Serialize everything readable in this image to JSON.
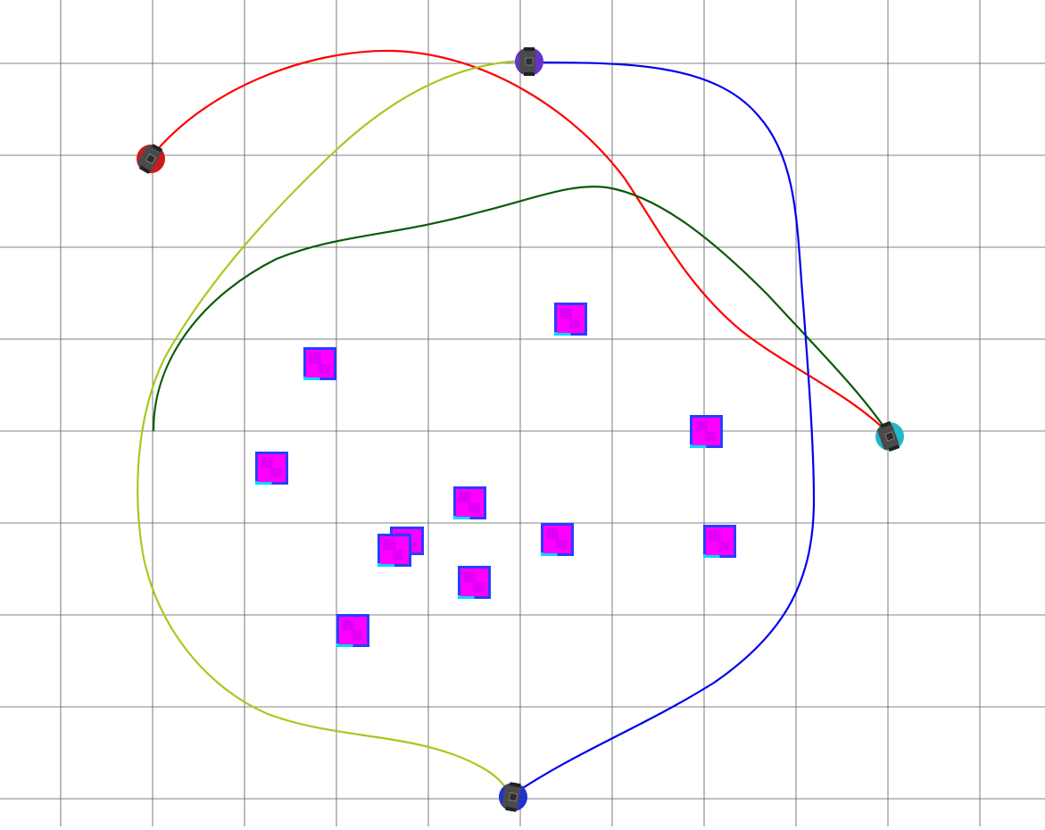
{
  "scene": {
    "background": "#ffffff",
    "grid_color": "#5a5a5a"
  },
  "paths": [
    {
      "id": "red",
      "color": "#ff0000"
    },
    {
      "id": "yellow-green",
      "color": "#a8c81e"
    },
    {
      "id": "dark-green",
      "color": "#0a5a0a"
    },
    {
      "id": "blue",
      "color": "#0000ee"
    }
  ],
  "robots": [
    {
      "id": "red-robot",
      "color": "#cc1a1a"
    },
    {
      "id": "purple-robot",
      "color": "#6633cc"
    },
    {
      "id": "cyan-robot",
      "color": "#22b8c8"
    },
    {
      "id": "blue-robot",
      "color": "#2233cc"
    }
  ],
  "obstacle_colors": {
    "fill": "#ff00ff",
    "shade": "#cc00ee",
    "edge_blue": "#2a3cff",
    "edge_cyan": "#00d8ff"
  }
}
